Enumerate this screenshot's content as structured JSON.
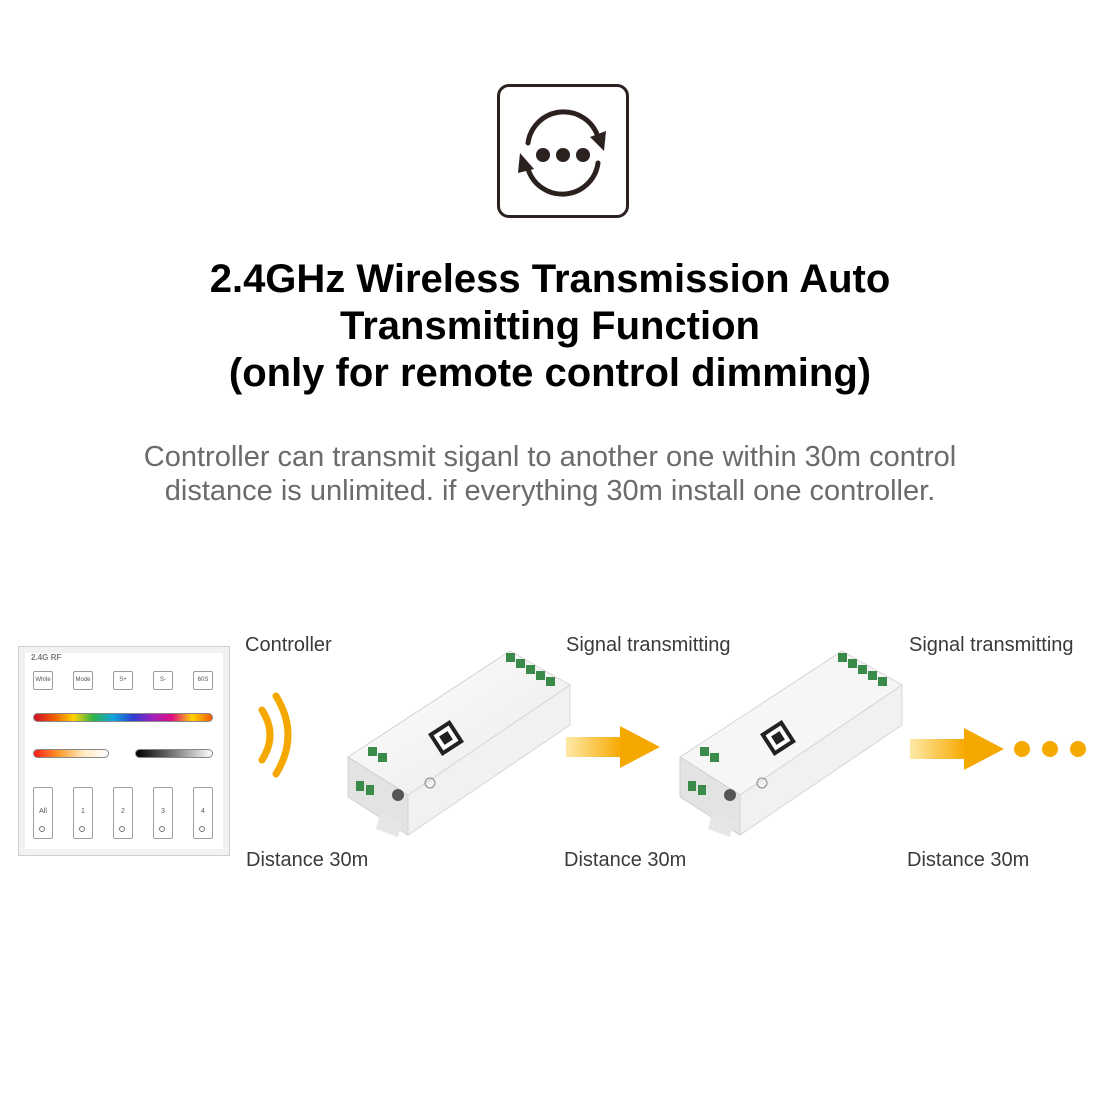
{
  "headline": {
    "line1": "2.4GHz Wireless Transmission  Auto",
    "line2": "Transmitting Function",
    "line3": "(only for remote control dimming)"
  },
  "description": {
    "line1": "Controller can transmit siganl to another one within 30m control",
    "line2": "distance is unlimited. if everything 30m install one controller."
  },
  "diagram": {
    "label_controller": "Controller",
    "label_signal_1": "Signal transmitting",
    "label_signal_2": "Signal transmitting",
    "distance_1": "Distance 30m",
    "distance_2": "Distance 30m",
    "distance_3": "Distance 30m"
  },
  "remote": {
    "brand": "2.4G RF",
    "buttons": [
      "White",
      "Mode",
      "S+",
      "S-",
      "60S"
    ],
    "zone_keys": [
      "All",
      "1",
      "2",
      "3",
      "4"
    ]
  },
  "colors": {
    "accent_orange": "#f5a800",
    "icon_stroke": "#2b2220",
    "label_gray": "#3a3a3a",
    "description_gray": "#6b6b6b"
  },
  "icons": [
    "refresh-dots-icon",
    "wireless-signal-icon",
    "arrow-right-icon",
    "ellipsis-icon"
  ]
}
